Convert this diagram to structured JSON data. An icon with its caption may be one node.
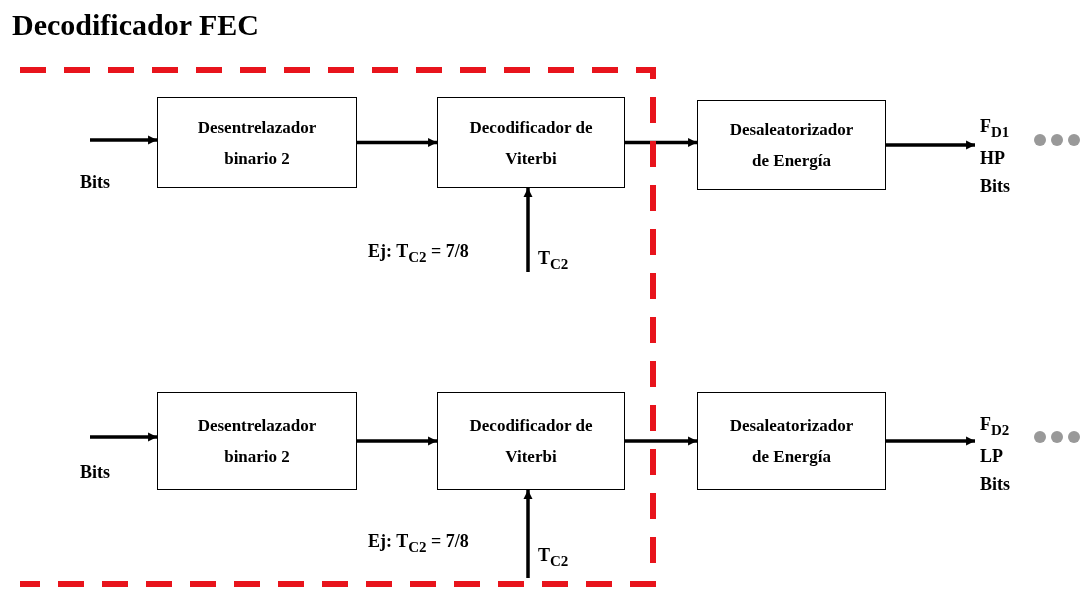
{
  "diagram": {
    "nodes": [
      {
        "text": [
          "Decodificador FEC"
        ]
      },
      {
        "text": [
          "Desentrelazador binario 2"
        ],
        "in": 0
      },
      {
        "text": [
          "Decodificador de Viterbi"
        ],
        "in": 0
      },
      {
        "text": [
          "Desaleatorizador de Energía"
        ]
      },
      {
        "text": [
          "Desentrelazador binario 2"
        ],
        "in": 0
      },
      {
        "text": [
          "Decodificador de Viterbi"
        ],
        "in": 0
      },
      {
        "text": [
          "Desaleatorizador de Energía"
        ]
      }
    ],
    "edges": [
      {
        "from": null,
        "to": 1,
        "arrow": "to",
        "label": "Bits"
      },
      {
        "from": 1,
        "to": 2,
        "arrow": "to"
      },
      {
        "from": null,
        "to": 2,
        "arrow": "to",
        "label": "T$_{C2}$"
      },
      {
        "from": 2,
        "to": 3,
        "arrow": "to"
      },
      {
        "from": 3,
        "to": null,
        "arrow": "to",
        "label": "F$_{D1}$ HP Bits"
      },
      {
        "from": null,
        "to": 4,
        "arrow": "to",
        "label": "Bits"
      },
      {
        "from": 4,
        "to": 5,
        "arrow": "to"
      },
      {
        "from": null,
        "to": 5,
        "arrow": "to",
        "label": "T$_{C2}$"
      },
      {
        "from": 5,
        "to": 6,
        "arrow": "to"
      },
      {
        "from": 6,
        "to": null,
        "arrow": "to",
        "label": "F$_{D2}$ LP Bits"
      }
    ],
    "labels": [
      "Ej: T$_{C2}$ = 7/8",
      "Ej: T$_{C2}$ = 7/8"
    ]
  }
}
